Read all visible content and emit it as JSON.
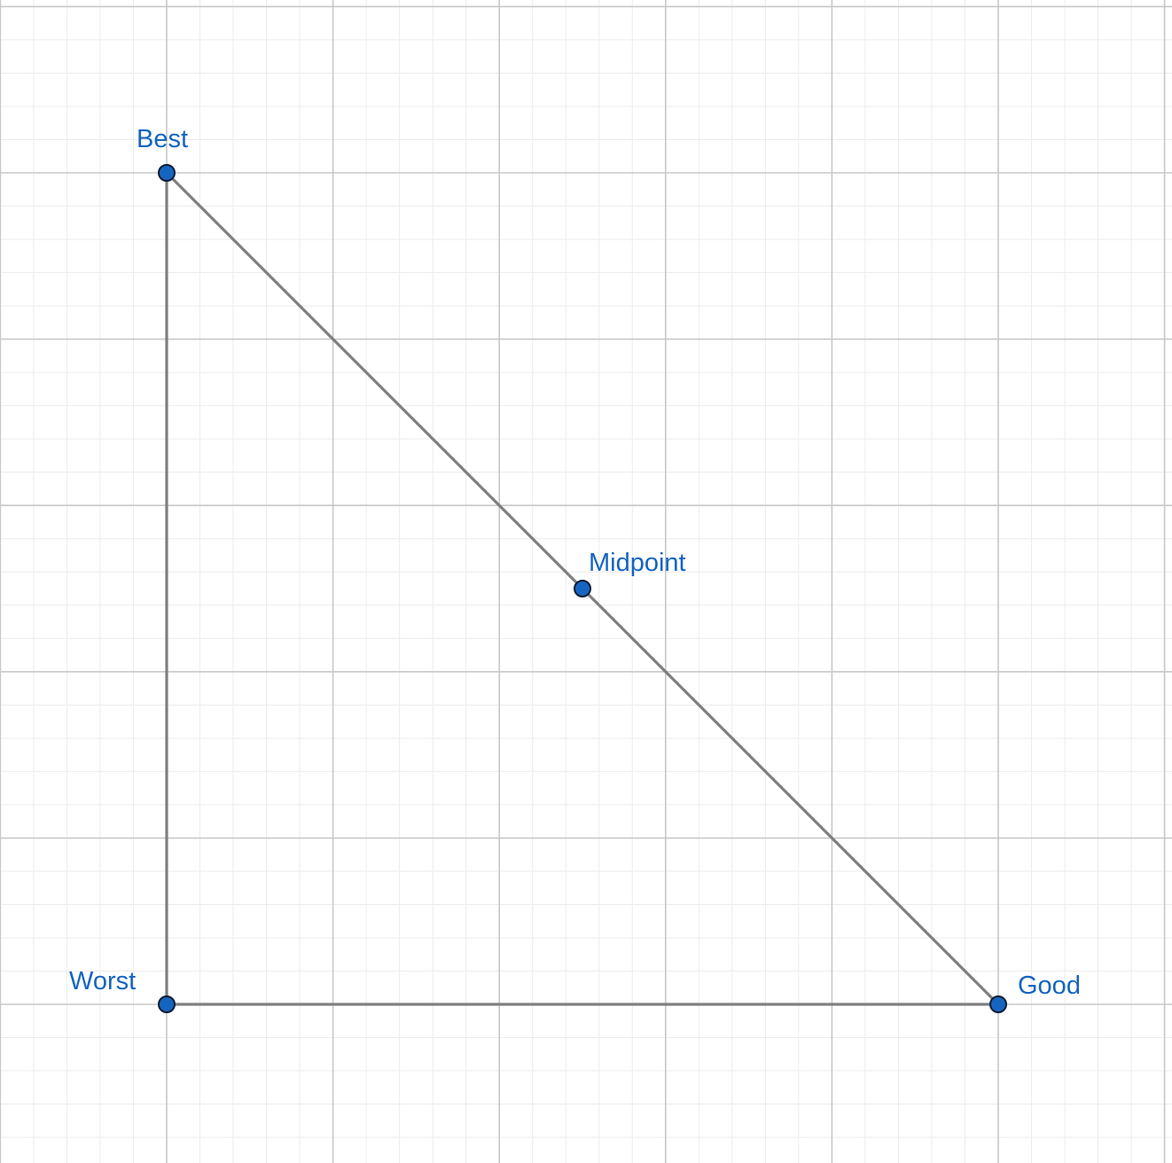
{
  "points": [
    {
      "id": "best",
      "label": "Best",
      "x": 0,
      "y": 5
    },
    {
      "id": "worst",
      "label": "Worst",
      "x": 0,
      "y": 0
    },
    {
      "id": "good",
      "label": "Good",
      "x": 5,
      "y": 0
    },
    {
      "id": "midpoint",
      "label": "Midpoint",
      "x": 2.5,
      "y": 2.5
    }
  ],
  "segments": [
    {
      "from": "worst",
      "to": "best"
    },
    {
      "from": "worst",
      "to": "good"
    },
    {
      "from": "best",
      "to": "good"
    }
  ],
  "colors": {
    "point_fill": "#1565c0",
    "point_stroke": "#0b1e33",
    "label": "#1565c0",
    "segment": "#7f7f7f",
    "grid_major": "#c8c8c8",
    "grid_minor": "#ececec",
    "background": "#ffffff"
  },
  "grid": {
    "visible": true,
    "major_step": 1,
    "minor_per_major": 5
  }
}
